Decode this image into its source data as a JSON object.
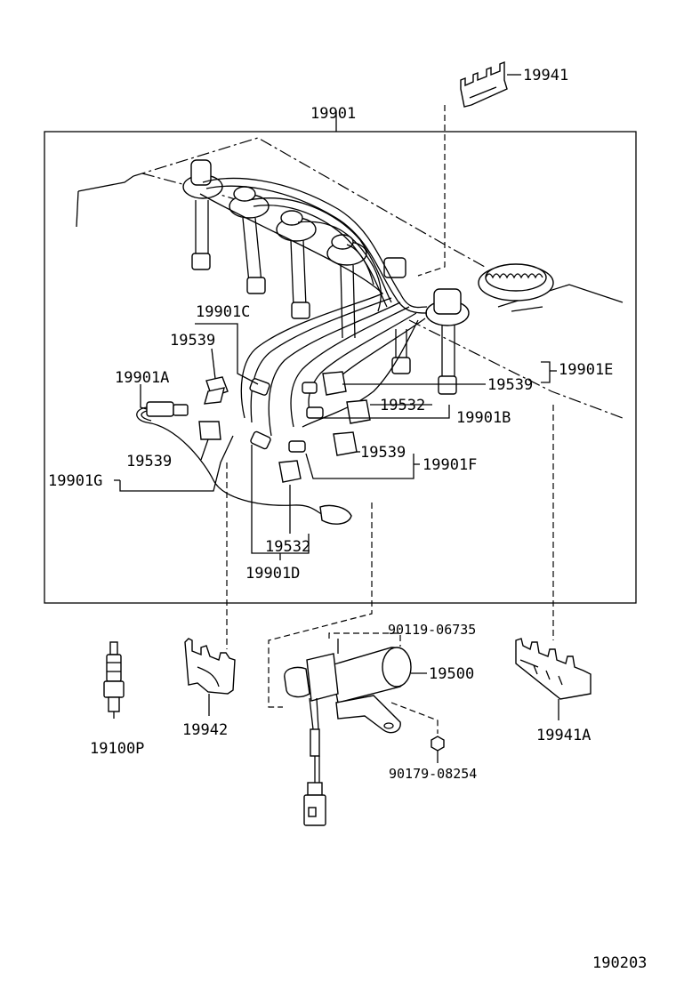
{
  "labels": {
    "harness_set": "19901",
    "clamp_top": "19941",
    "cord_c": "19901C",
    "boot_1": "19539",
    "cord_a": "19901A",
    "cord_g": "19901G",
    "boot_g": "19539",
    "boot_e": "19539",
    "cord_e": "19901E",
    "boot_b": "19532",
    "cord_b": "19901B",
    "boot_f": "19539",
    "cord_f": "19901F",
    "boot_d": "19532",
    "cord_d": "19901D",
    "bolt_top": "90119-06735",
    "coil": "19500",
    "bolt_bottom": "90179-08254",
    "plug": "19100P",
    "clamp_mid": "19942",
    "clamp_right": "19941A",
    "figure_no": "190203"
  }
}
